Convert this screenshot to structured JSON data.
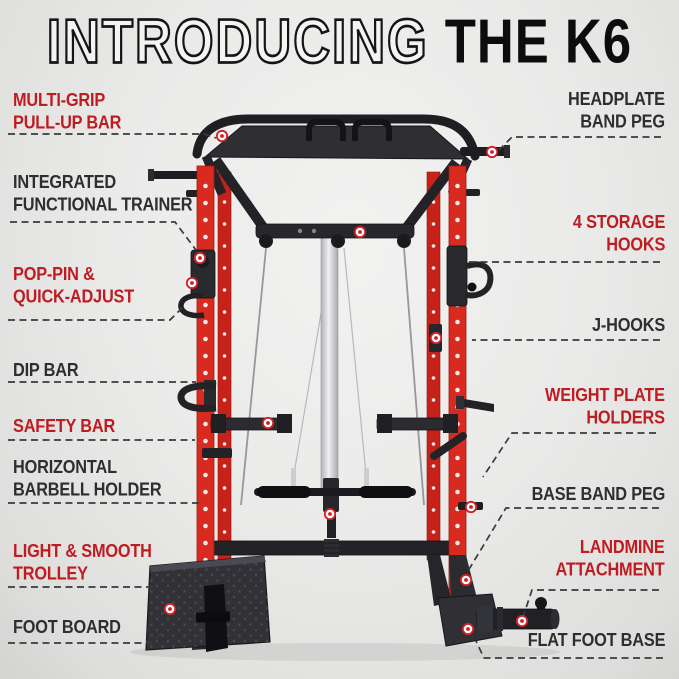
{
  "title": {
    "intro": "INTRODUCING",
    "model": "THE K6"
  },
  "colors": {
    "label-red": "#bf1c22",
    "label-dark": "#2e2e32",
    "rack-red": "#d92a20",
    "rack-red-dark": "#a61c14",
    "steel": "#232327",
    "silver": "#c9c9cd",
    "marker-red": "#cf2027",
    "dash": "#3a3a3e",
    "background-light": "#f2f2f1",
    "background-dark": "#d3d3d1"
  },
  "callouts": {
    "left": [
      {
        "text": "MULTI-GRIP\nPULL-UP BAR",
        "tone": "red"
      },
      {
        "text": "INTEGRATED\nFUNCTIONAL TRAINER",
        "tone": "dark"
      },
      {
        "text": "POP-PIN &\nQUICK-ADJUST",
        "tone": "red"
      },
      {
        "text": "DIP BAR",
        "tone": "dark"
      },
      {
        "text": "SAFETY BAR",
        "tone": "red"
      },
      {
        "text": "HORIZONTAL\nBARBELL HOLDER",
        "tone": "dark"
      },
      {
        "text": "LIGHT & SMOOTH\nTROLLEY",
        "tone": "red"
      },
      {
        "text": "FOOT BOARD",
        "tone": "dark"
      }
    ],
    "right": [
      {
        "text": "HEADPLATE\nBAND PEG",
        "tone": "dark"
      },
      {
        "text": "4 STORAGE\nHOOKS",
        "tone": "red"
      },
      {
        "text": "J-HOOKS",
        "tone": "dark"
      },
      {
        "text": "WEIGHT PLATE\nHOLDERS",
        "tone": "red"
      },
      {
        "text": "BASE BAND PEG",
        "tone": "dark"
      },
      {
        "text": "LANDMINE\nATTACHMENT",
        "tone": "red"
      },
      {
        "text": "FLAT FOOT BASE",
        "tone": "dark"
      }
    ]
  }
}
